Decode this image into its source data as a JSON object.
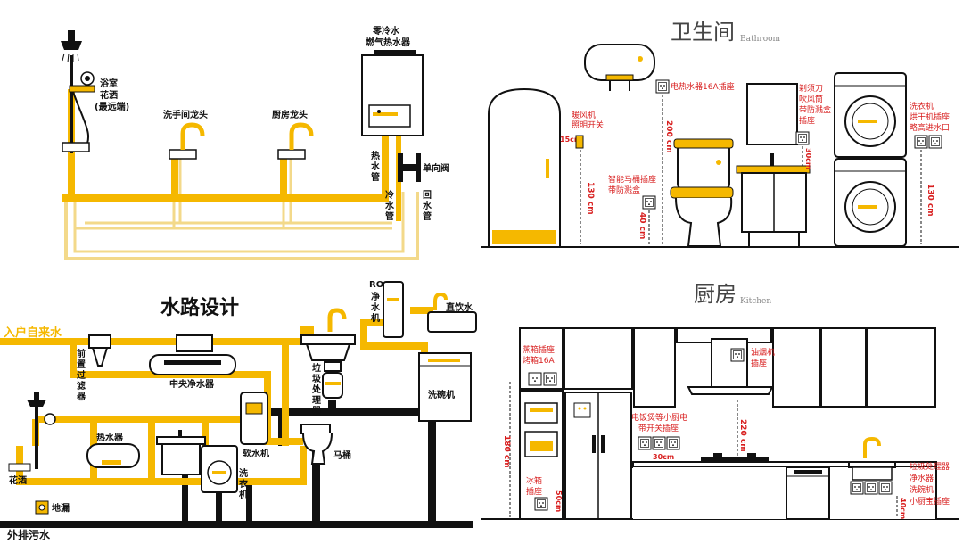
{
  "colors": {
    "pipe": "#f5b800",
    "pipe_light": "#f3d98a",
    "outline": "#111111",
    "annotation": "#d81e1e"
  },
  "panel1": {
    "shower": [
      "浴室",
      "花洒",
      "(最远端)"
    ],
    "basin_faucet": "洗手间龙头",
    "kitchen_faucet": "厨房龙头",
    "heater": [
      "零冷水",
      "燃气热水器"
    ],
    "hot_pipe": [
      "热",
      "水",
      "管"
    ],
    "cold_pipe": [
      "冷",
      "水",
      "管"
    ],
    "return_pipe": [
      "回",
      "水",
      "管"
    ],
    "check_valve": "单向阀"
  },
  "panel2": {
    "title": "卫生间",
    "subtitle": "Bathroom",
    "heater_socket": "电热水器16A插座",
    "bath_heater": [
      "暖风机",
      "照明开关"
    ],
    "height_15": "15cm",
    "toilet_socket": [
      "智能马桶插座",
      "带防溅盒"
    ],
    "shaver": [
      "剃须刀",
      "吹风筒",
      "带防溅盒",
      "插座"
    ],
    "washer": [
      "洗衣机",
      "烘干机插座",
      "略高进水口"
    ],
    "dim_130a": "130 cm",
    "dim_200": "200 cm",
    "dim_40": "40 cm",
    "dim_30": "30cm",
    "dim_130b": "130 cm"
  },
  "panel3": {
    "title": "水路设计",
    "inlet": "入户自来水",
    "prefilter": [
      "前",
      "置",
      "过",
      "滤",
      "器"
    ],
    "central": "中央净水器",
    "water_heater": "热水器",
    "shower": "花洒",
    "softener": "软水机",
    "washer": [
      "洗",
      "衣",
      "机"
    ],
    "ro": [
      "RO",
      "净",
      "水",
      "机"
    ],
    "direct": "直饮水",
    "disposer": [
      "垃",
      "圾",
      "处",
      "理",
      "器"
    ],
    "dishwasher": "洗碗机",
    "toilet": "马桶",
    "floor_drain": "地漏",
    "sewage": "外排污水"
  },
  "panel4": {
    "title": "厨房",
    "subtitle": "Kitchen",
    "oven_socket": [
      "蒸箱插座",
      "烤箱16A"
    ],
    "hood_socket": [
      "油烟机",
      "插座"
    ],
    "small_app": [
      "电饭煲等小厨电",
      "带开关插座"
    ],
    "fridge_socket": [
      "冰箱",
      "插座"
    ],
    "sink_sockets": [
      "垃圾处理器",
      "净水器",
      "洗碗机",
      "小厨宝插座"
    ],
    "dim_180": "180 cm",
    "dim_220": "220 cm",
    "dim_30": "30cm",
    "dim_50": "50cm",
    "dim_40": "40cm"
  }
}
